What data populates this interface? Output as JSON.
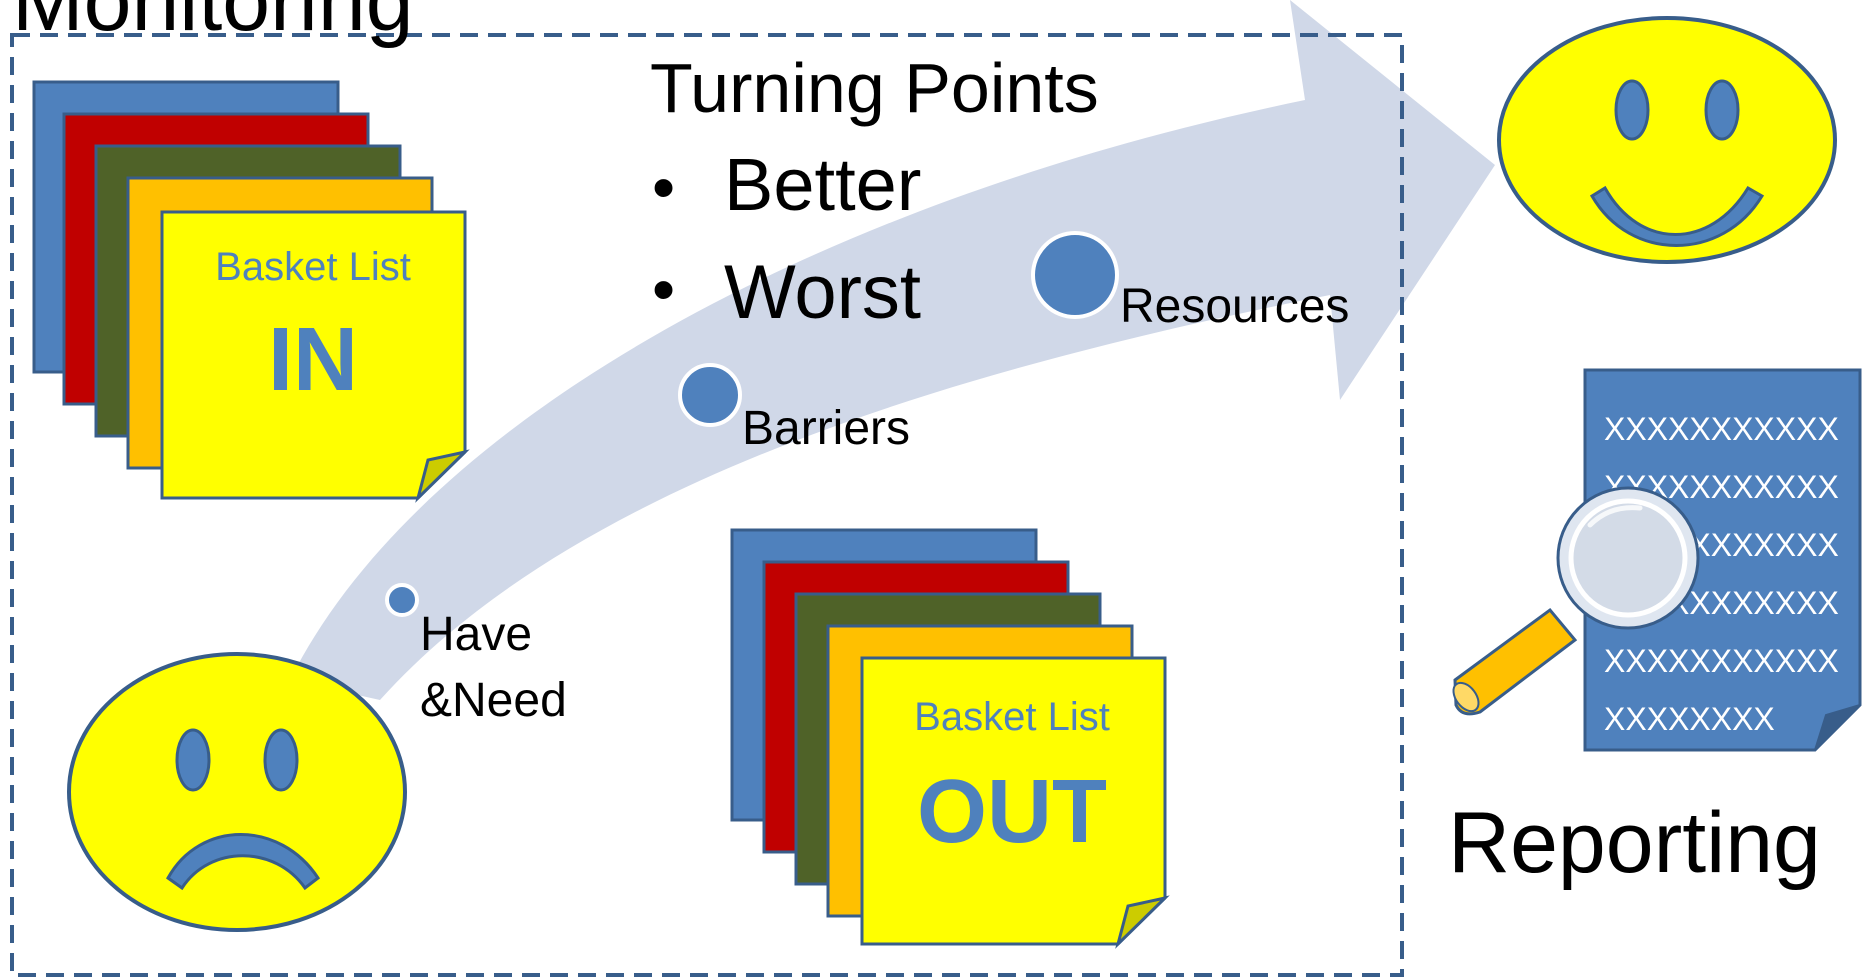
{
  "colors": {
    "blue": "#4f81bd",
    "dark_blue": "#385d8a",
    "red": "#c00000",
    "olive": "#4f6228",
    "orange": "#ffc000",
    "yellow": "#ffff00",
    "arrow": "#d0d8e8",
    "border": "#2f4f7f",
    "text": "#000000"
  },
  "monitoring": {
    "title": "Monitoring"
  },
  "arrow_labels": {
    "have_need_line1": "Have",
    "have_need_line2": "&Need",
    "barriers": "Barriers",
    "resources": "Resources"
  },
  "turning_points": {
    "title": "Turning Points",
    "items": [
      "Better",
      "Worst"
    ],
    "bullet": "•"
  },
  "basket_in": {
    "label": "Basket List",
    "direction": "IN"
  },
  "basket_out": {
    "label": "Basket List",
    "direction": "OUT"
  },
  "report": {
    "lines": [
      "XXXXXXXXXXX",
      "XXXXXXXXXXX",
      "XXXXXXXXXXX",
      "XXXXXXXXXXX",
      "XXXXXXXXXXX",
      "XXXXXXXX"
    ],
    "title": "Reporting"
  }
}
